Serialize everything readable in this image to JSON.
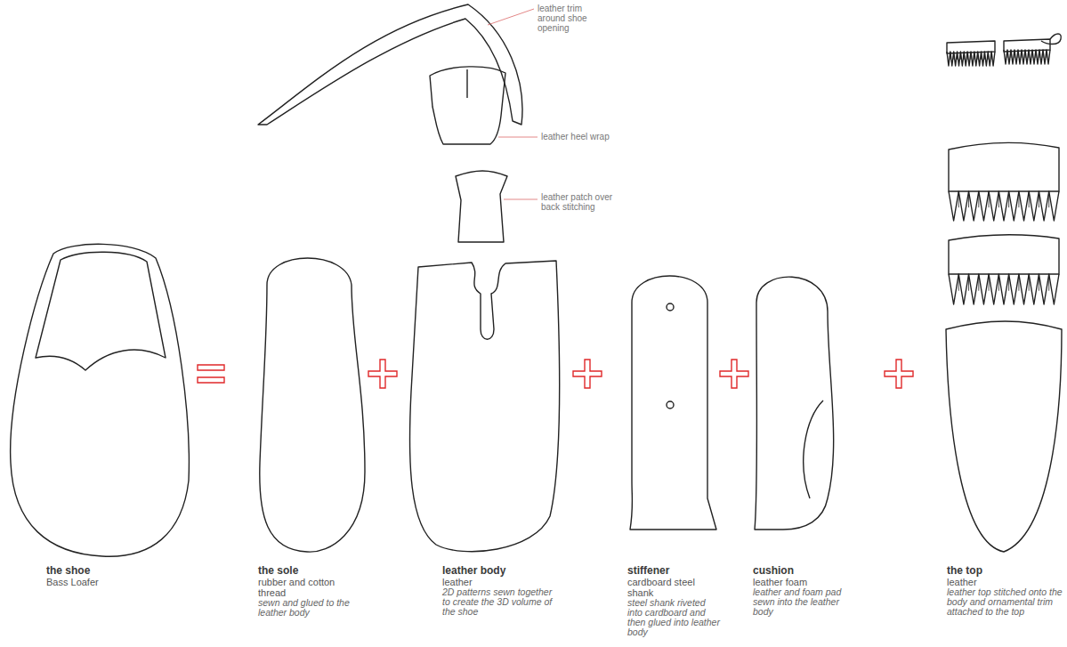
{
  "diagram": {
    "nodes": [
      {
        "text": [
          "the shoe",
          "Bass Loafer"
        ]
      },
      {
        "text": [
          "the sole",
          "rubber and cotton thread",
          "sewn and glued to the leather body"
        ]
      },
      {
        "text": [
          "leather body",
          "leather",
          "2D patterns sewn together to create the 3D volume of the shoe"
        ]
      },
      {
        "text": [
          "stiffener",
          "cardboard steel shank",
          "steel shank riveted into cardboard and then glued into leather body"
        ]
      },
      {
        "text": [
          "cushion",
          "leather foam",
          "leather and foam pad sewn into the leather body"
        ]
      },
      {
        "text": [
          "the top",
          "leather",
          "leather top stitched onto the body and ornamental trim attached to the top"
        ]
      }
    ],
    "labels": [
      "leather trim around shoe opening",
      "leather heel wrap",
      "leather patch over back stitching"
    ]
  }
}
